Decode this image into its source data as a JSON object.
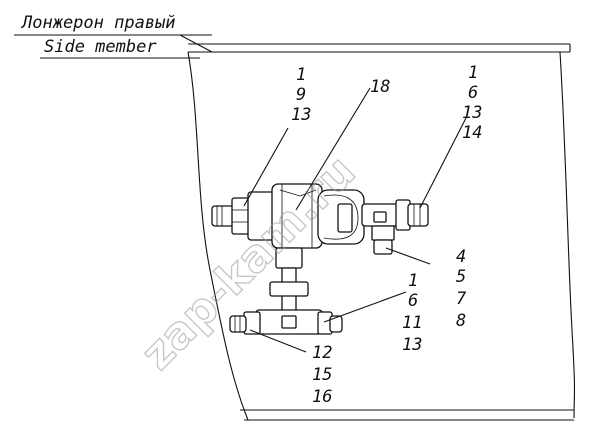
{
  "title": {
    "ru": "Лонжерон правый",
    "en": "Side member"
  },
  "callouts": {
    "upper_left": [
      "1",
      "9",
      "13"
    ],
    "upper_mid": [
      "18"
    ],
    "upper_right": [
      "1",
      "6",
      "13",
      "14"
    ],
    "right": [
      "4",
      "5",
      "7",
      "8"
    ],
    "lower_right": [
      "1",
      "6",
      "11",
      "13"
    ],
    "lower_left": [
      "12",
      "15",
      "16"
    ]
  },
  "watermark": "zap-kam.ru"
}
